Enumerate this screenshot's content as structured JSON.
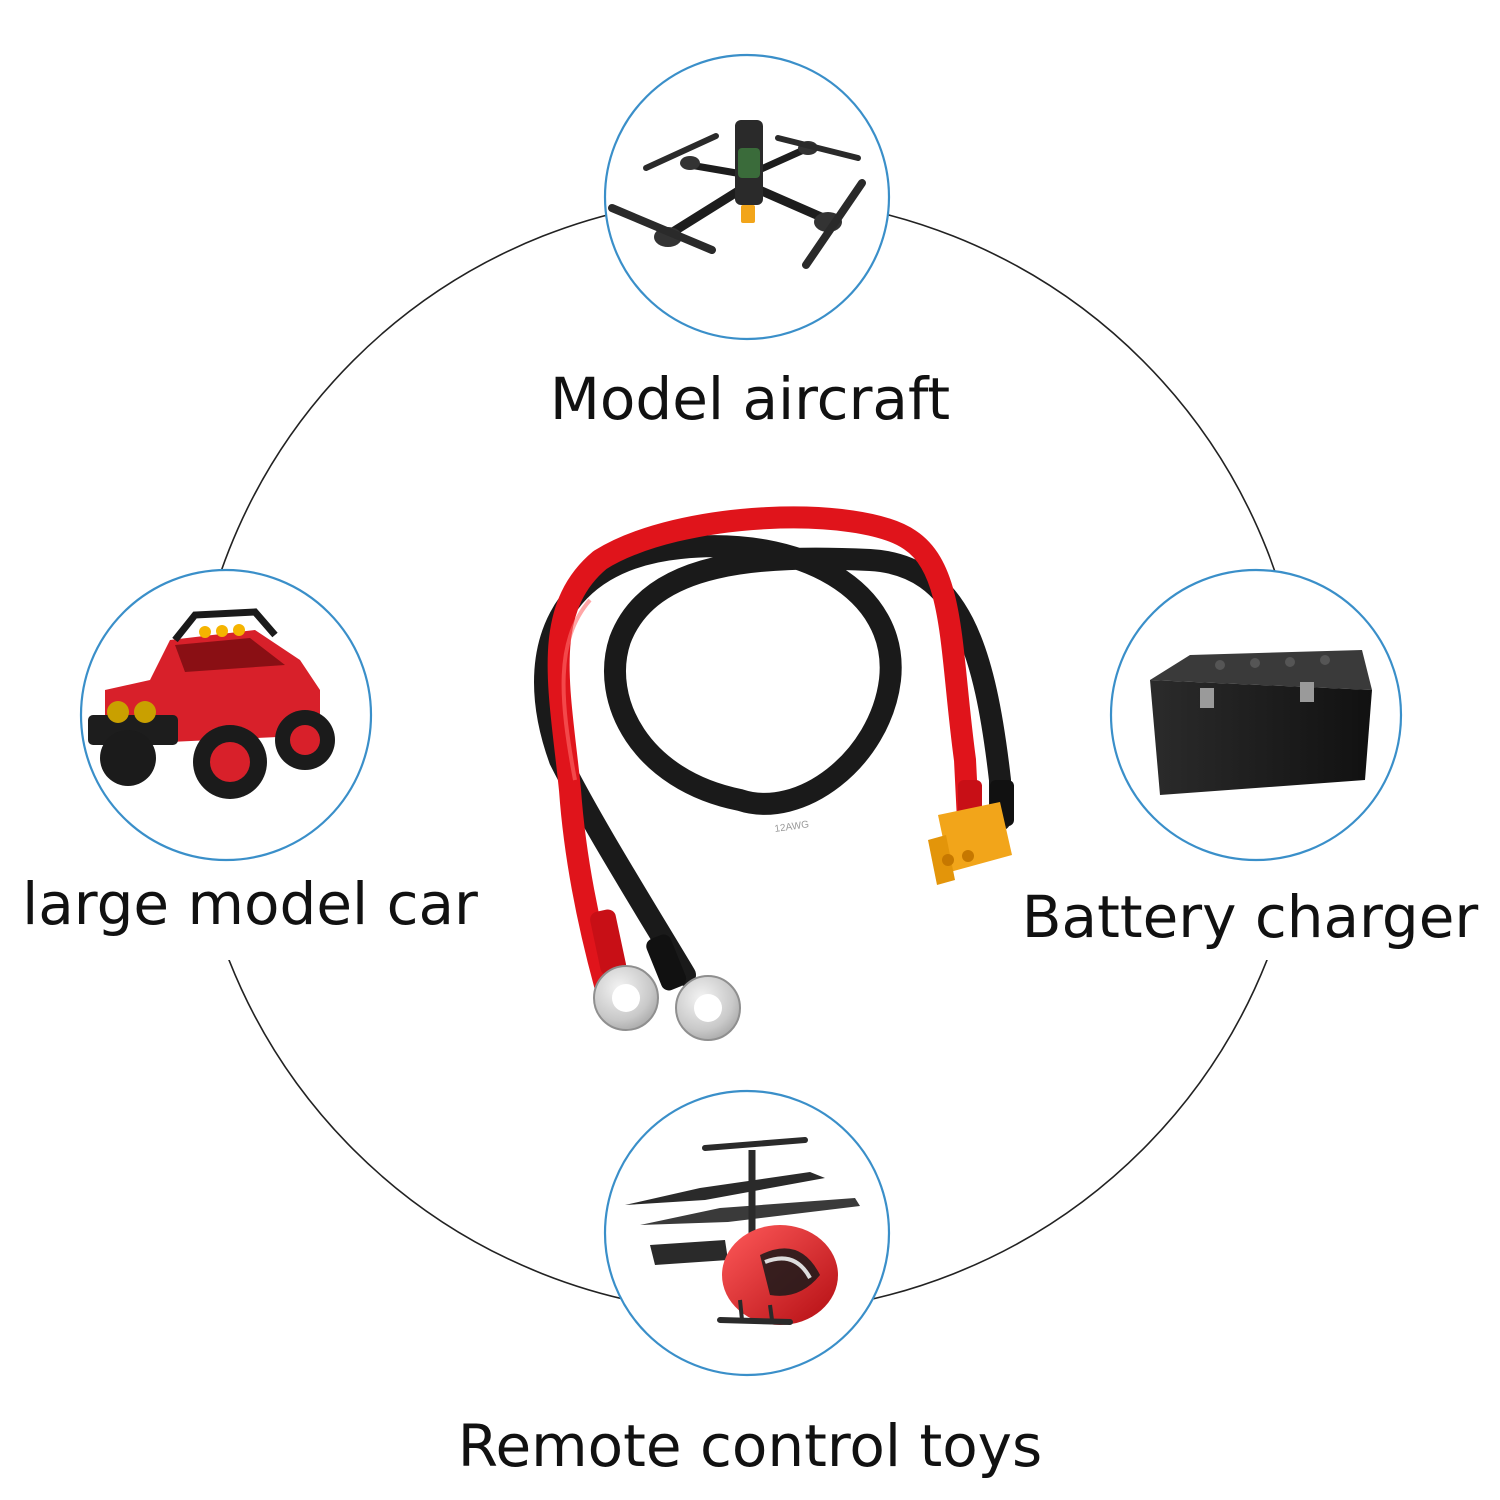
{
  "items": [
    {
      "key": "aircraft",
      "label": "Model aircraft",
      "icon": "drone-icon"
    },
    {
      "key": "car",
      "label": "large model car",
      "icon": "toy-car-icon"
    },
    {
      "key": "battery",
      "label": "Battery charger",
      "icon": "battery-icon"
    },
    {
      "key": "toys",
      "label": "Remote control toys",
      "icon": "helicopter-icon"
    }
  ],
  "product": {
    "icon": "cable-icon",
    "wire_print": "12AWG"
  },
  "colors": {
    "ring_line": "#222222",
    "bubble_border": "#3a8fc9",
    "wire_red": "#e0141b",
    "wire_black": "#1a1a1a",
    "connector": "#f2a51a"
  }
}
